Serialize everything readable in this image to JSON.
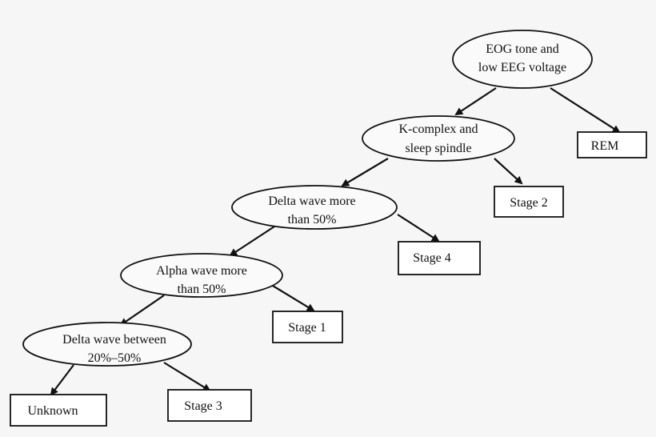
{
  "nodes": {
    "eog": {
      "line1": "EOG tone and",
      "line2": "low EEG voltage"
    },
    "kcomplex": {
      "line1": "K-complex and",
      "line2": "sleep spindle"
    },
    "delta50": {
      "line1": "Delta wave more",
      "line2": "than 50%"
    },
    "alpha50": {
      "line1": "Alpha wave more",
      "line2": "than 50%"
    },
    "delta2050": {
      "line1": "Delta wave between",
      "line2": "20%–50%"
    },
    "rem": "REM",
    "stage2": "Stage 2",
    "stage4": "Stage 4",
    "stage1": "Stage 1",
    "stage3": "Stage 3",
    "unknown": "Unknown"
  }
}
